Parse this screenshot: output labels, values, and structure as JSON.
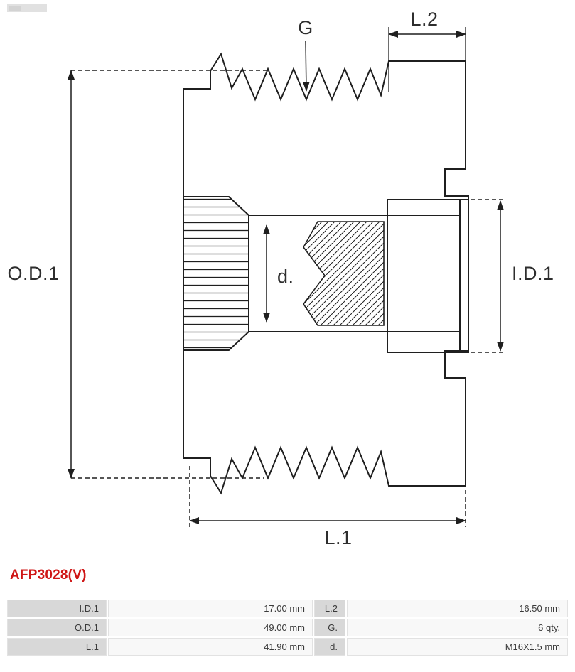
{
  "part_number": "AFP3028(V)",
  "diagram": {
    "labels": {
      "g": "G",
      "l2": "L.2",
      "od1": "O.D.1",
      "id1": "I.D.1",
      "d": "d.",
      "l1": "L.1"
    }
  },
  "table": {
    "rows": [
      [
        "I.D.1",
        "17.00 mm",
        "L.2",
        "16.50 mm"
      ],
      [
        "O.D.1",
        "49.00 mm",
        "G.",
        "6 qty."
      ],
      [
        "L.1",
        "41.90 mm",
        "d.",
        "M16X1.5 mm"
      ]
    ]
  },
  "colors": {
    "accent_red": "#cf1616",
    "line": "#1f1f1f",
    "label_cell_bg": "#d8d8d8",
    "value_cell_bg": "#f8f8f8"
  }
}
